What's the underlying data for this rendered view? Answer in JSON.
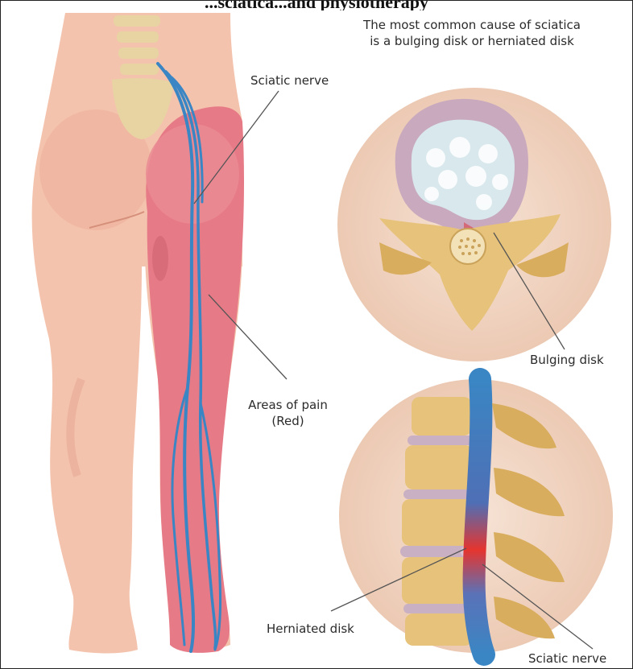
{
  "header": {
    "title": "...sciatica...and physiotherapy"
  },
  "caption": {
    "line1": "The most common cause of sciatica",
    "line2": "is a bulging disk or herniated disk"
  },
  "labels": {
    "sciatic_nerve_top": "Sciatic nerve",
    "areas_of_pain_line1": "Areas of pain",
    "areas_of_pain_line2": "(Red)",
    "bulging_disk": "Bulging disk",
    "herniated_disk": "Herniated disk",
    "sciatic_nerve_bottom": "Sciatic nerve"
  },
  "colors": {
    "skin": "#f4c3ad",
    "skin_shadow": "#e6a48e",
    "pain": "#e67a86",
    "nerve": "#3a86c4",
    "circle_bg": "#f1d8c6",
    "bone": "#e7c27a",
    "disk": "#c9b0c2"
  }
}
